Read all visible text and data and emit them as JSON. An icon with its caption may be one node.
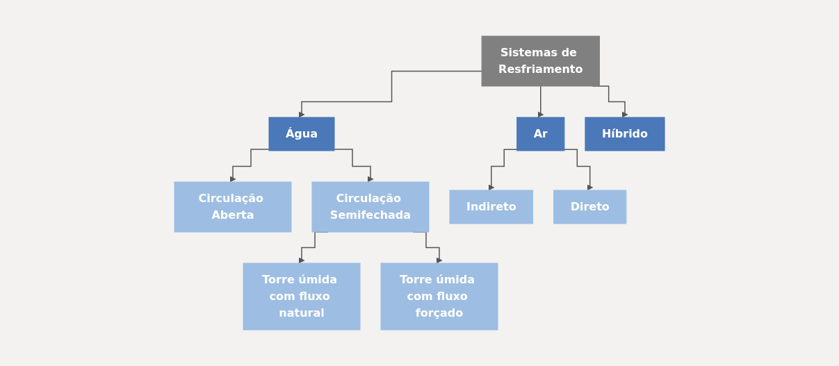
{
  "diagram": {
    "nodes": [
      {
        "text": [
          "Sistemas de Resfriamento"
        ]
      },
      {
        "text": [
          "Água"
        ]
      },
      {
        "text": [
          "Ar"
        ]
      },
      {
        "text": [
          "Híbrido"
        ]
      },
      {
        "text": [
          "Circulação Aberta"
        ]
      },
      {
        "text": [
          "Circulação Semifechada"
        ]
      },
      {
        "text": [
          "Indireto"
        ]
      },
      {
        "text": [
          "Direto"
        ]
      },
      {
        "text": [
          "Torre úmida com fluxo natural"
        ]
      },
      {
        "text": [
          "Torre úmida com fluxo forçado"
        ]
      }
    ],
    "edges": [
      {
        "from": 0,
        "to": 1,
        "arrow": "to"
      },
      {
        "from": 0,
        "to": 2,
        "arrow": "to"
      },
      {
        "from": 0,
        "to": 3,
        "arrow": "to"
      },
      {
        "from": 1,
        "to": 4,
        "arrow": "to"
      },
      {
        "from": 1,
        "to": 5,
        "arrow": "to"
      },
      {
        "from": 2,
        "to": 6,
        "arrow": "to"
      },
      {
        "from": 2,
        "to": 7,
        "arrow": "to"
      },
      {
        "from": 5,
        "to": 8,
        "arrow": "to"
      },
      {
        "from": 5,
        "to": 9,
        "arrow": "to"
      }
    ]
  }
}
